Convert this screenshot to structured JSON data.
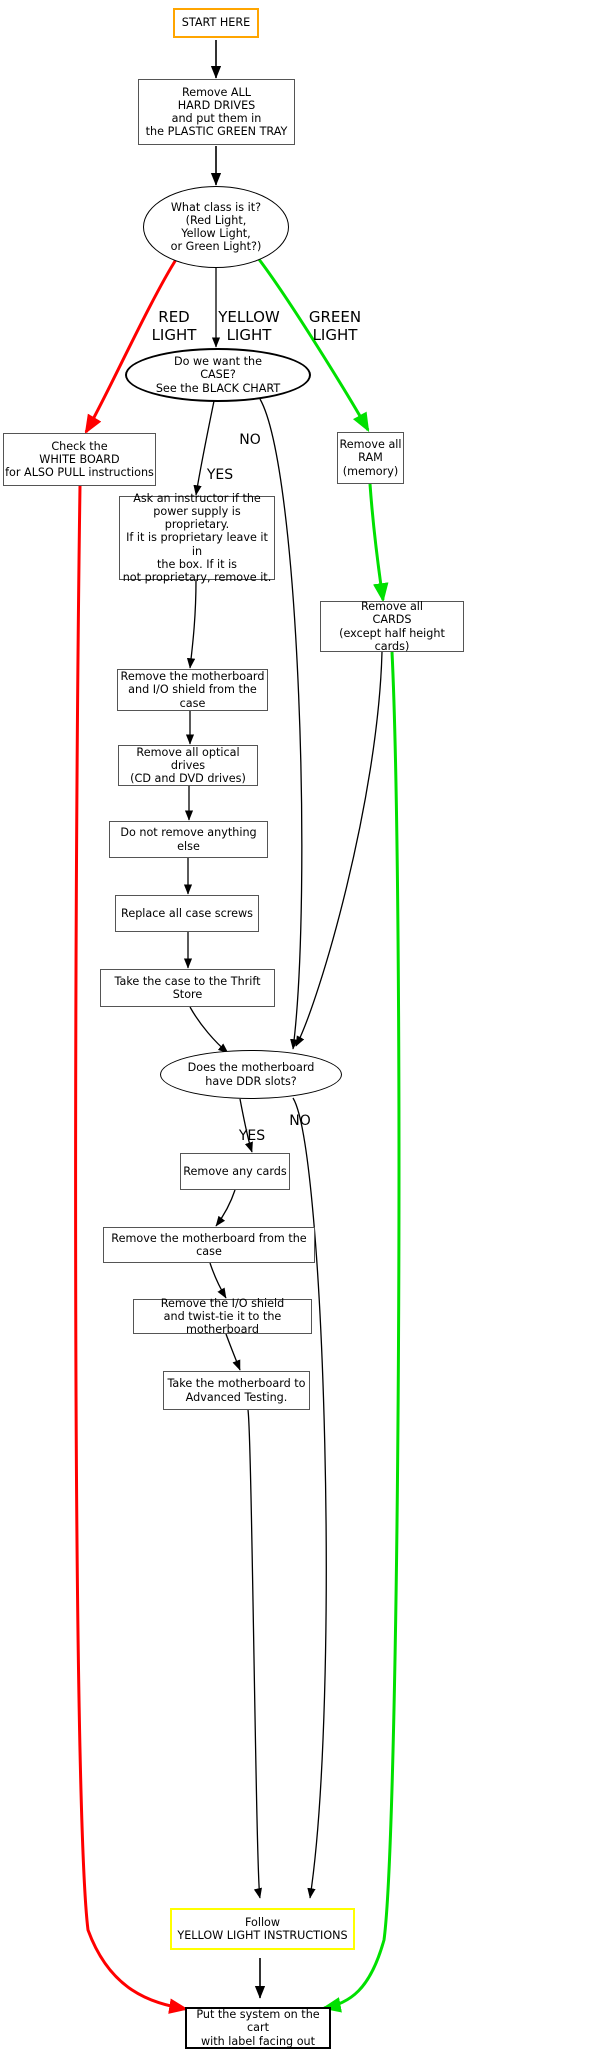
{
  "title": "PC Teardown Decision Flowchart",
  "colors": {
    "red": "#ff0000",
    "green": "#00e000",
    "yellow_border": "#ffff00",
    "orange_border": "#ffa500",
    "black": "#000000",
    "box_border": "#555555",
    "background": "#ffffff"
  },
  "nodes": {
    "start": {
      "label": "START HERE",
      "shape": "box",
      "style": "orange"
    },
    "hard_drives": {
      "label": "Remove ALL\nHARD DRIVES\nand put them in\nthe PLASTIC GREEN TRAY",
      "shape": "box",
      "style": "plain"
    },
    "what_class": {
      "label": "What class is it?\n(Red Light,\nYellow Light,\nor Green Light?)",
      "shape": "ellipse",
      "style": "plain"
    },
    "want_case": {
      "label": "Do we want the\nCASE?\nSee the BLACK CHART",
      "shape": "ellipse",
      "style": "bold"
    },
    "white_board": {
      "label": "Check the\nWHITE BOARD\nfor ALSO PULL instructions",
      "shape": "box",
      "style": "plain"
    },
    "remove_ram": {
      "label": "Remove all\nRAM\n(memory)",
      "shape": "box",
      "style": "plain"
    },
    "ask_instructor": {
      "label": "Ask an instructor if the\npower supply is proprietary.\nIf it is proprietary leave it in\nthe box.  If it is\nnot proprietary, remove it.",
      "shape": "box",
      "style": "plain"
    },
    "remove_cards": {
      "label": "Remove all\nCARDS\n(except half height cards)",
      "shape": "box",
      "style": "plain"
    },
    "remove_mobo_io": {
      "label": "Remove the motherboard\nand I/O shield from the case",
      "shape": "box",
      "style": "plain"
    },
    "remove_optical": {
      "label": "Remove all optical drives\n(CD and DVD drives)",
      "shape": "box",
      "style": "plain"
    },
    "nothing_else": {
      "label": "Do not remove anything else",
      "shape": "box",
      "style": "plain"
    },
    "replace_screws": {
      "label": "Replace all case screws",
      "shape": "box",
      "style": "plain"
    },
    "thrift_store": {
      "label": "Take the case to the Thrift Store",
      "shape": "box",
      "style": "plain"
    },
    "ddr_slots": {
      "label": "Does the motherboard\nhave DDR slots?",
      "shape": "ellipse",
      "style": "plain"
    },
    "remove_any_cards": {
      "label": "Remove any cards",
      "shape": "box",
      "style": "plain"
    },
    "remove_mobo_case": {
      "label": "Remove the motherboard from the case",
      "shape": "box",
      "style": "plain"
    },
    "remove_io_shield": {
      "label": "Remove the I/O shield\nand twist-tie it to the motherboard",
      "shape": "box",
      "style": "plain"
    },
    "advanced_testing": {
      "label": "Take the motherboard to\nAdvanced Testing.",
      "shape": "box",
      "style": "plain"
    },
    "follow_yellow": {
      "label": "Follow\nYELLOW LIGHT INSTRUCTIONS",
      "shape": "box",
      "style": "yellow"
    },
    "put_on_cart": {
      "label": "Put the system on the cart\nwith label facing out",
      "shape": "box",
      "style": "thick-black"
    }
  },
  "edge_labels": {
    "red_light": "RED\nLIGHT",
    "yellow_light": "YELLOW\nLIGHT",
    "green_light": "GREEN\nLIGHT",
    "case_no": "NO",
    "case_yes": "YES",
    "ddr_no": "NO",
    "ddr_yes": "YES"
  },
  "edges": [
    {
      "from": "start",
      "to": "hard_drives",
      "color": "black"
    },
    {
      "from": "hard_drives",
      "to": "what_class",
      "color": "black"
    },
    {
      "from": "what_class",
      "to": "white_board",
      "color": "red",
      "label": "RED LIGHT"
    },
    {
      "from": "what_class",
      "to": "want_case",
      "color": "black",
      "label": "YELLOW LIGHT"
    },
    {
      "from": "what_class",
      "to": "remove_ram",
      "color": "green",
      "label": "GREEN LIGHT"
    },
    {
      "from": "want_case",
      "to": "ask_instructor",
      "color": "black",
      "label": "YES"
    },
    {
      "from": "want_case",
      "to": "ddr_slots",
      "color": "black",
      "label": "NO"
    },
    {
      "from": "remove_ram",
      "to": "remove_cards",
      "color": "green"
    },
    {
      "from": "remove_cards",
      "to": "ddr_slots",
      "color": "black"
    },
    {
      "from": "ask_instructor",
      "to": "remove_mobo_io",
      "color": "black"
    },
    {
      "from": "remove_mobo_io",
      "to": "remove_optical",
      "color": "black"
    },
    {
      "from": "remove_optical",
      "to": "nothing_else",
      "color": "black"
    },
    {
      "from": "nothing_else",
      "to": "replace_screws",
      "color": "black"
    },
    {
      "from": "replace_screws",
      "to": "thrift_store",
      "color": "black"
    },
    {
      "from": "thrift_store",
      "to": "ddr_slots",
      "color": "black"
    },
    {
      "from": "ddr_slots",
      "to": "remove_any_cards",
      "color": "black",
      "label": "YES"
    },
    {
      "from": "ddr_slots",
      "to": "follow_yellow",
      "color": "black",
      "label": "NO"
    },
    {
      "from": "remove_any_cards",
      "to": "remove_mobo_case",
      "color": "black"
    },
    {
      "from": "remove_mobo_case",
      "to": "remove_io_shield",
      "color": "black"
    },
    {
      "from": "remove_io_shield",
      "to": "advanced_testing",
      "color": "black"
    },
    {
      "from": "advanced_testing",
      "to": "follow_yellow",
      "color": "black"
    },
    {
      "from": "follow_yellow",
      "to": "put_on_cart",
      "color": "black"
    },
    {
      "from": "white_board",
      "to": "put_on_cart",
      "color": "red"
    },
    {
      "from": "remove_cards",
      "to": "put_on_cart",
      "color": "green"
    }
  ]
}
